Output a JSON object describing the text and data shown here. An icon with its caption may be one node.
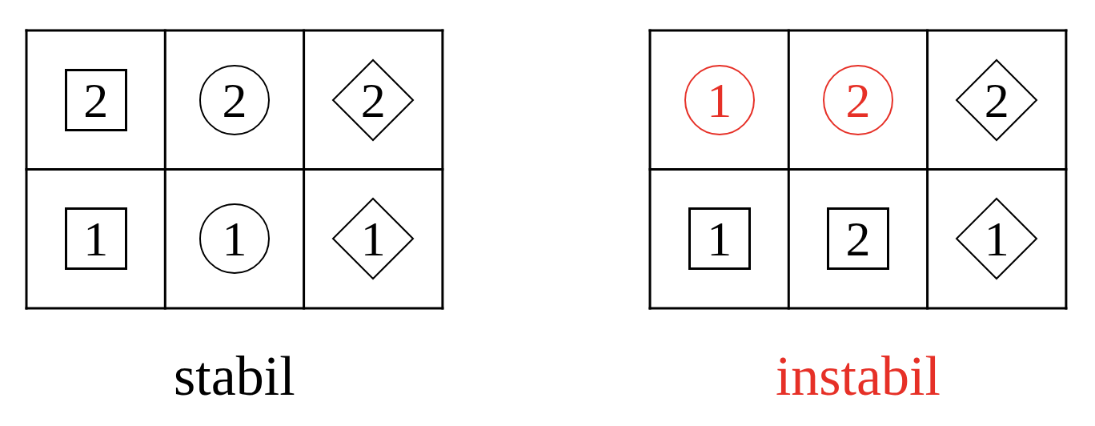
{
  "diagram": {
    "nodes": [
      {
        "text": [
          "stabil"
        ]
      },
      {
        "text": [
          "2"
        ],
        "in": 0
      },
      {
        "text": [
          "2"
        ],
        "in": 0
      },
      {
        "text": [
          "2"
        ],
        "in": 0
      },
      {
        "text": [
          "1"
        ],
        "in": 0
      },
      {
        "text": [
          "1"
        ],
        "in": 0
      },
      {
        "text": [
          "1"
        ],
        "in": 0
      },
      {
        "text": [
          "instabil"
        ]
      },
      {
        "text": [
          "1"
        ],
        "in": 7
      },
      {
        "text": [
          "2"
        ],
        "in": 7
      },
      {
        "text": [
          "2"
        ],
        "in": 7
      },
      {
        "text": [
          "1"
        ],
        "in": 7
      },
      {
        "text": [
          "2"
        ],
        "in": 7
      },
      {
        "text": [
          "1"
        ],
        "in": 7
      }
    ]
  }
}
